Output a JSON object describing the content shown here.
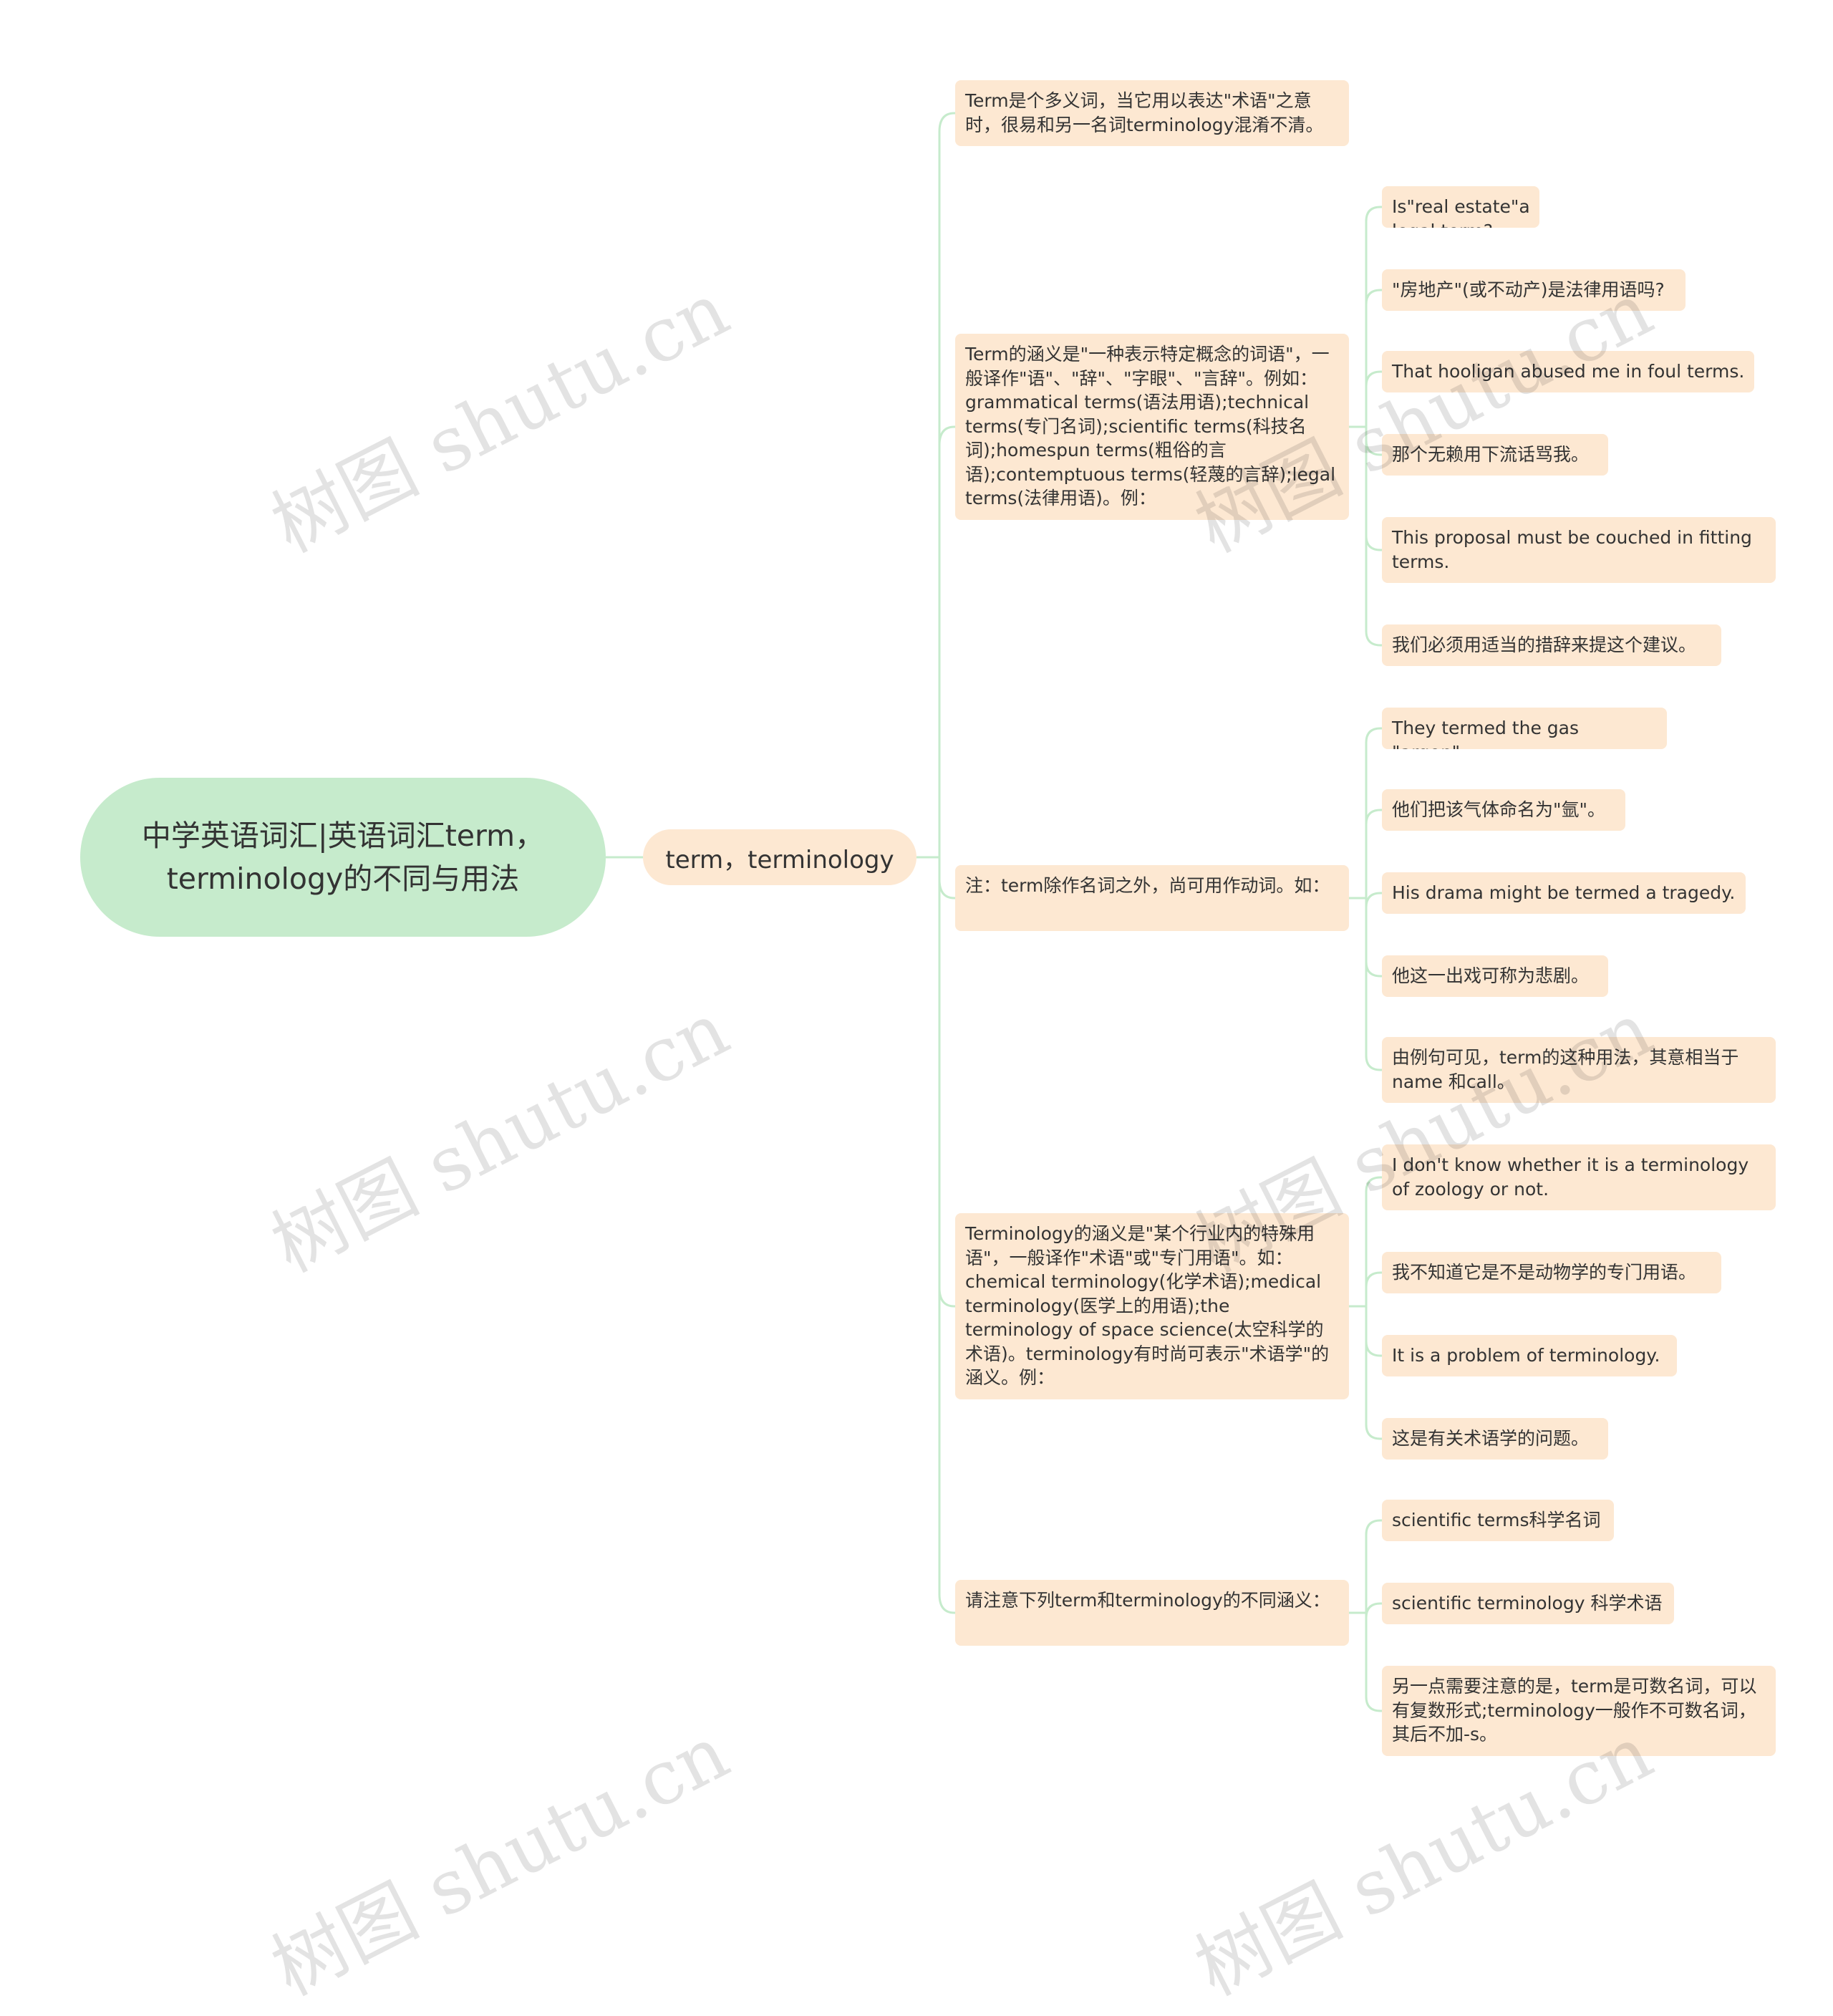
{
  "root": {
    "text": "中学英语词汇|英语词汇term，terminology的不同与用法"
  },
  "main": {
    "text": "term，terminology"
  },
  "branches": [
    {
      "text": "Term是个多义词，当它用以表达\"术语\"之意时，很易和另一名词terminology混淆不清。",
      "children": []
    },
    {
      "text": "Term的涵义是\"一种表示特定概念的词语\"，一般译作\"语\"、\"辞\"、\"字眼\"、\"言辞\"。例如：grammatical terms(语法用语);technical terms(专门名词);scientific terms(科技名词);homespun terms(粗俗的言语);contemptuous terms(轻蔑的言辞);legal terms(法律用语)。例：",
      "children": [
        "Is\"real estate\"a legal term?",
        "\"房地产\"(或不动产)是法律用语吗?",
        "That hooligan abused me in foul terms.",
        "那个无赖用下流话骂我。",
        "This proposal must be couched in fitting terms.",
        "我们必须用适当的措辞来提这个建议。"
      ]
    },
    {
      "text": "注：term除作名词之外，尚可用作动词。如：",
      "children": [
        "They termed the gas \"argon\".",
        "他们把该气体命名为\"氩\"。",
        "His drama might be termed a tragedy.",
        "他这一出戏可称为悲剧。",
        "由例句可见，term的这种用法，其意相当于name 和call。"
      ]
    },
    {
      "text": "Terminology的涵义是\"某个行业内的特殊用语\"，一般译作\"术语\"或\"专门用语\"。如：chemical terminology(化学术语);medical terminology(医学上的用语);the terminology of space science(太空科学的术语)。terminology有时尚可表示\"术语学\"的涵义。例：",
      "children": [
        "I don't know whether it is a terminology of zoology or not.",
        "我不知道它是不是动物学的专门用语。",
        "It is a problem of terminology.",
        "这是有关术语学的问题。"
      ]
    },
    {
      "text": "请注意下列term和terminology的不同涵义：",
      "children": [
        "scientific terms科学名词",
        "scientific terminology 科学术语",
        "另一点需要注意的是，term是可数名词，可以有复数形式;terminology一般作不可数名词，其后不加-s。"
      ]
    }
  ],
  "watermark": "树图 shutu.cn",
  "colors": {
    "root_fill": "#c6ebcc",
    "card_fill": "#fde8d2",
    "link": "#c6ebcc"
  }
}
